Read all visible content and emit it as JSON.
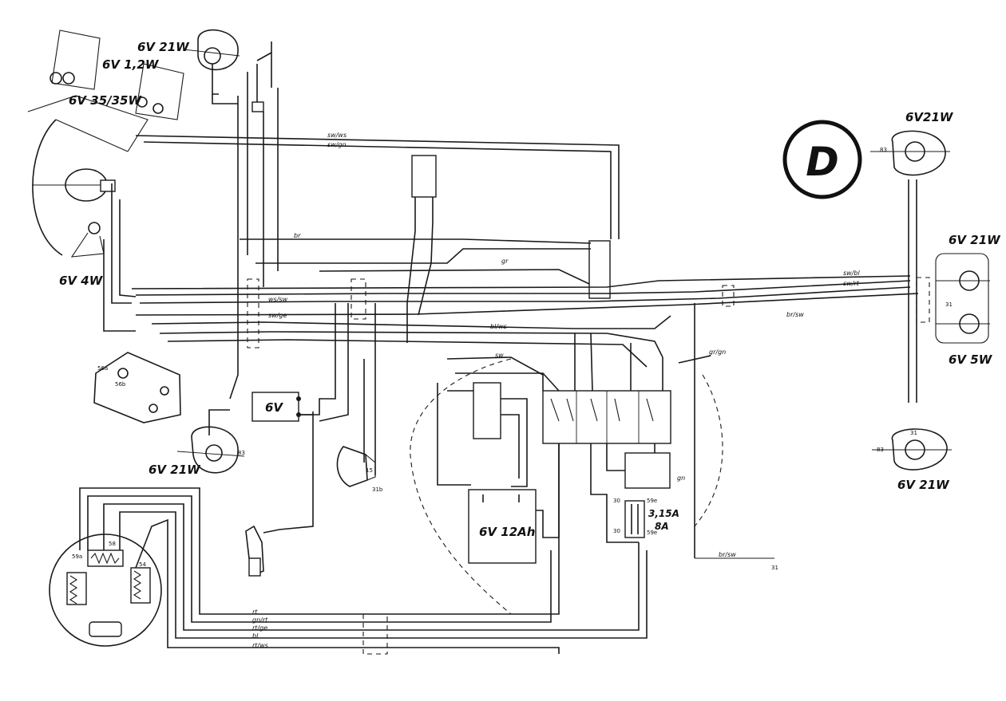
{
  "badge": "D",
  "components": {
    "lamp_front_top": "6V 21W",
    "lamp_parking": "6V 1,2W",
    "headlamp": "6V 35/35W",
    "lamp_speedo": "6V 4W",
    "lamp_front_bottom": "6V 21W",
    "ignition_coil": "6V",
    "battery": "6V 12Ah",
    "fuse_1": "3,15A",
    "fuse_2": "8A",
    "rear_turn_upper": "6V21W",
    "rear_tail": "6V 21W",
    "rear_stop": "6V 5W",
    "rear_turn_lower": "6V 21W"
  },
  "wire_labels": {
    "sw_ws": "sw/ws",
    "sw_gn": "sw/gn",
    "sw_bl": "sw/bl",
    "sw_rt": "sw/rt",
    "br": "br",
    "gr": "gr",
    "br_sw": "br/sw",
    "ws_sw": "ws/sw",
    "sw": "sw",
    "gr_gn": "gr/gn",
    "rt": "rt",
    "gn_rt": "gn/rt",
    "rt_ge": "rt/ge",
    "bl": "bl",
    "rt_ws": "rt/ws",
    "gn": "gn",
    "sw_ge": "sw/ge",
    "bl_ws": "bl/ws"
  },
  "terminals": {
    "t31": "31",
    "t31b": "31b",
    "t30": "30",
    "t15": "15",
    "t54": "54",
    "t58": "58",
    "t83": "83",
    "t56a": "56a",
    "t56b": "56b",
    "t59a": "59a",
    "t59e": "59e"
  }
}
